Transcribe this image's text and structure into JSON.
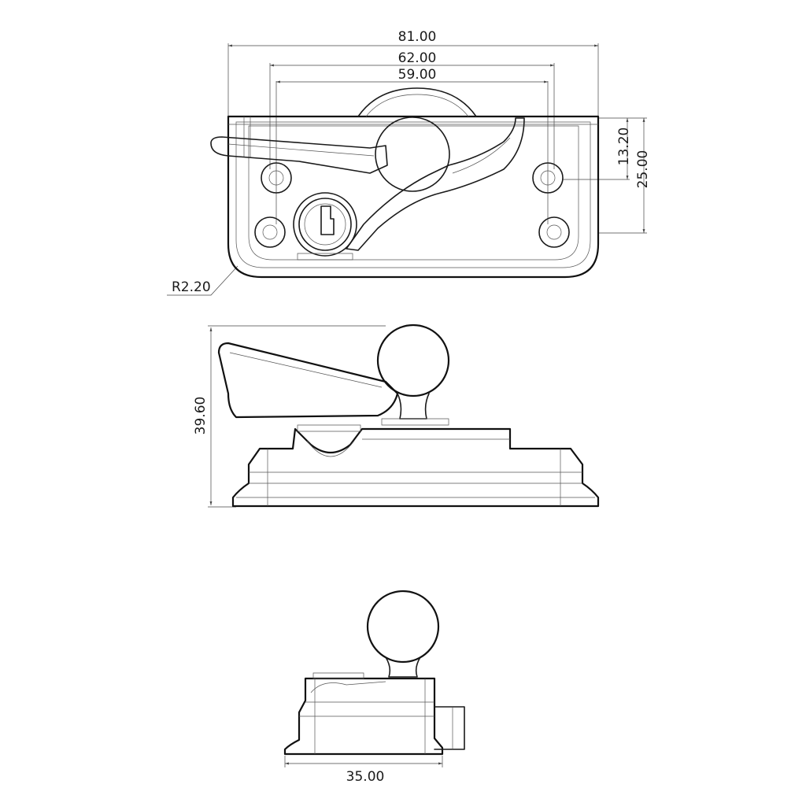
{
  "drawing": {
    "dimensions": {
      "top_width_overall": "81.00",
      "top_width_mid": "62.00",
      "top_width_inner": "59.00",
      "right_height_small": "13.20",
      "right_height_large": "25.00",
      "corner_radius": "R2.20",
      "side_height": "39.60",
      "end_width": "35.00"
    }
  }
}
